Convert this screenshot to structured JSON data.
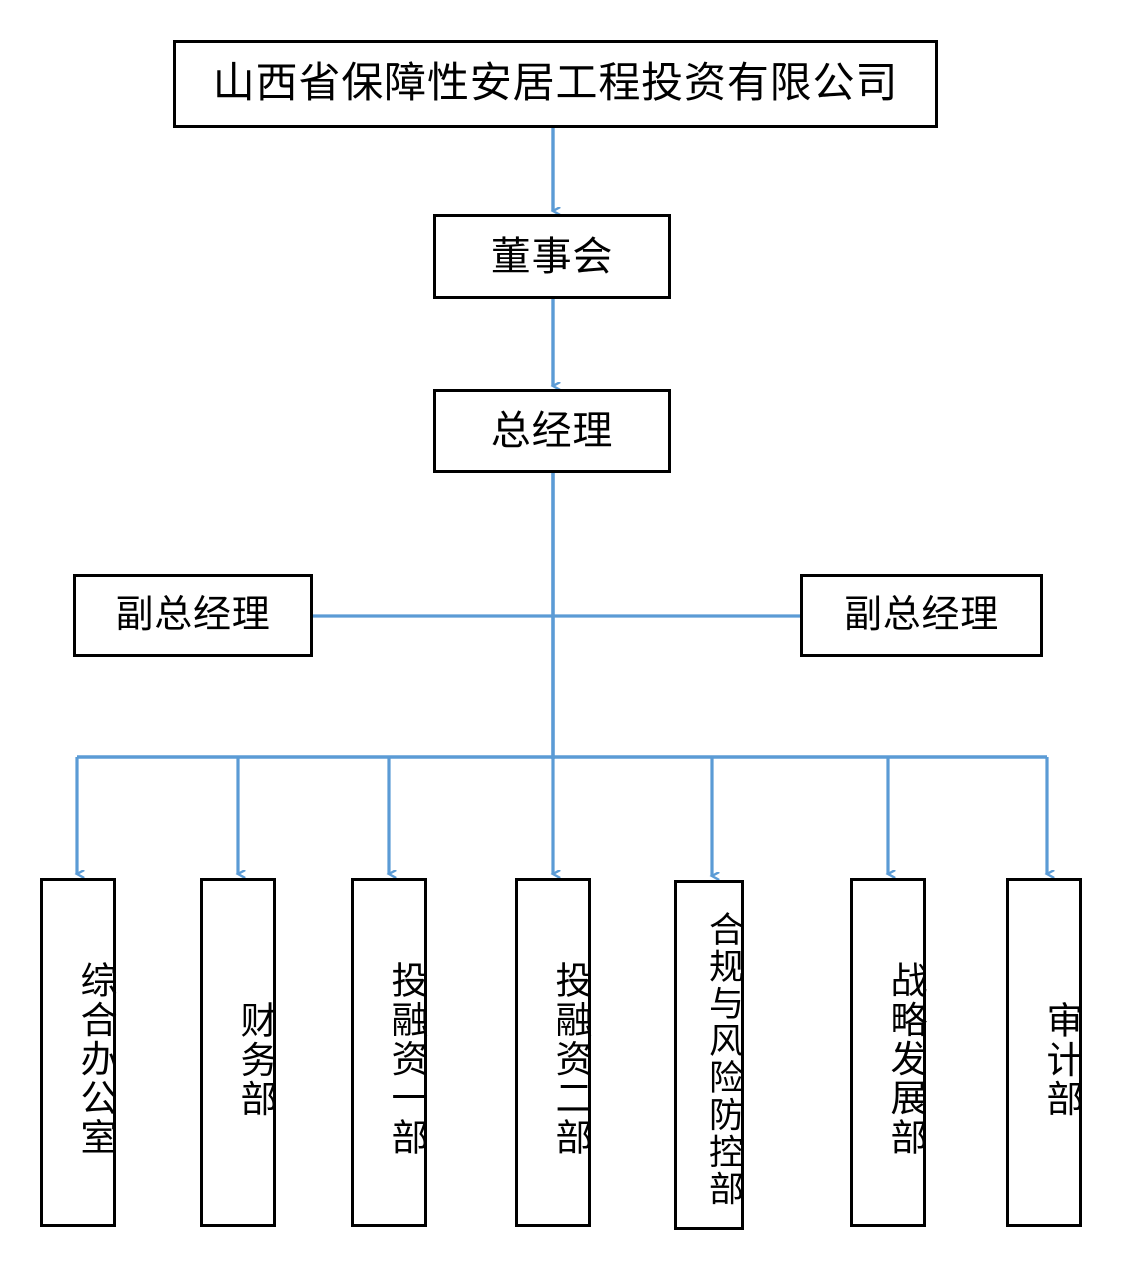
{
  "diagram": {
    "type": "organization-chart",
    "title_box": {
      "label": "山西省保障性安居工程投资有限公司"
    },
    "board": {
      "label": "董事会"
    },
    "general_manager": {
      "label": "总经理"
    },
    "deputy_managers": [
      {
        "label": "副总经理",
        "side": "left"
      },
      {
        "label": "副总经理",
        "side": "right"
      }
    ],
    "departments": [
      {
        "label": "综合办公室"
      },
      {
        "label": "财务部"
      },
      {
        "label": "投融资一部"
      },
      {
        "label": "投融资二部"
      },
      {
        "label": "合规与风险防控部"
      },
      {
        "label": "战略发展部"
      },
      {
        "label": "审计部"
      }
    ],
    "colors": {
      "connector": "#5B9BD5",
      "box_border": "#000000",
      "box_fill": "#FFFFFF",
      "text": "#000000",
      "background": "#FFFFFF"
    }
  }
}
